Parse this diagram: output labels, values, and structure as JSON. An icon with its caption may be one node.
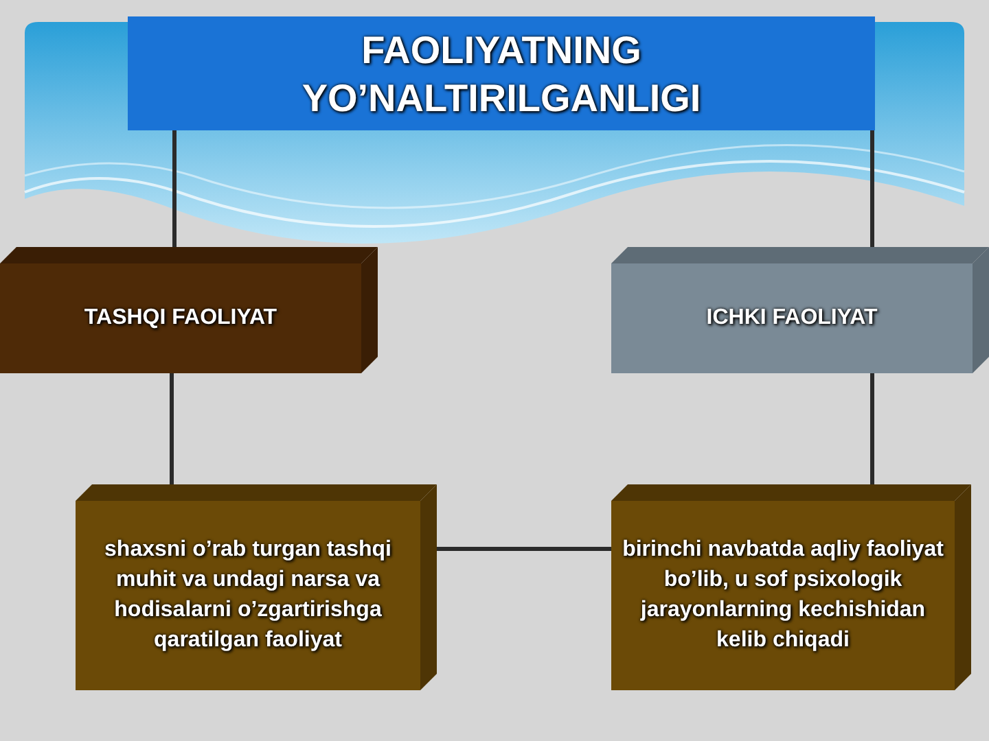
{
  "diagram": {
    "nodes": [
      {
        "text": [
          "FAOLIYATNING YO’NALTIRILGANLIGI"
        ]
      },
      {
        "text": [
          "TASHQI FAOLIYAT"
        ]
      },
      {
        "text": [
          "ICHKI FAOLIYAT"
        ]
      },
      {
        "text": [
          "shaxsni o’rab turgan tashqi muhit va undagi narsa va hodisalarni o’zgartirishga qaratilgan faoliyat"
        ]
      },
      {
        "text": [
          "birinchi navbatda aqliy faoliyat bo’lib, u sof psixologik jarayonlarning kechishidan kelib chiqadi"
        ]
      }
    ],
    "edges": [
      {
        "from": 0,
        "to": 1,
        "arrow": "none"
      },
      {
        "from": 0,
        "to": 2,
        "arrow": "none"
      },
      {
        "from": 1,
        "to": 3,
        "arrow": "none"
      },
      {
        "from": 2,
        "to": 4,
        "arrow": "none"
      },
      {
        "from": 3,
        "to": 4,
        "arrow": "none"
      }
    ]
  }
}
